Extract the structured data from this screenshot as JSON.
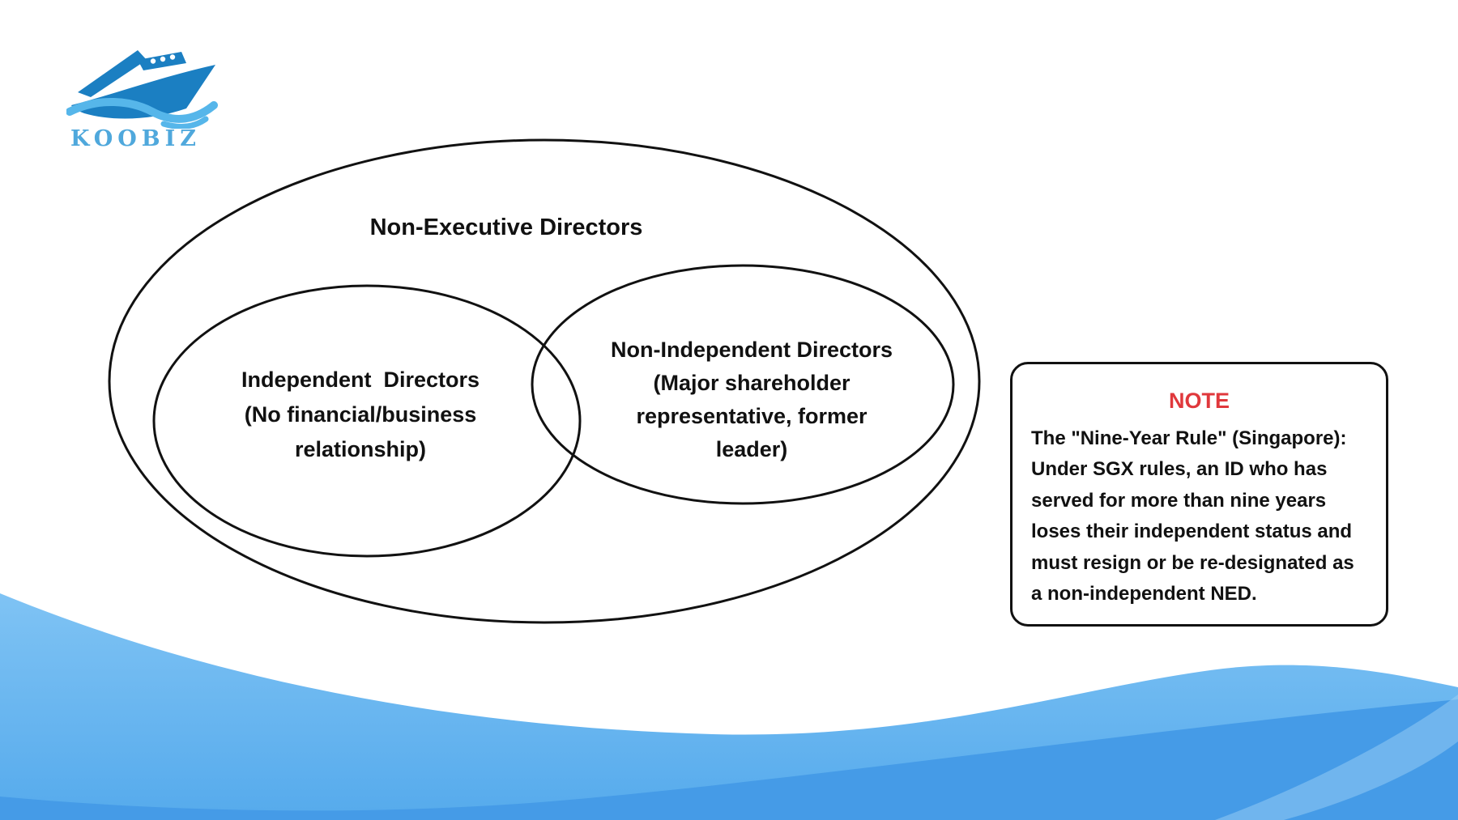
{
  "brand": {
    "name": "KOOBIZ",
    "text_color": "#4fa8dc",
    "ship_dark_color": "#1b7fc2",
    "ship_light_color": "#56b6ea"
  },
  "venn": {
    "outer_label": "Non-Executive Directors",
    "left": {
      "lines": [
        "Independent  Directors",
        "(No financial/business",
        "relationship)"
      ]
    },
    "right": {
      "lines": [
        "Non-Independent Directors",
        "(Major shareholder",
        "representative, former",
        "leader)"
      ]
    }
  },
  "note": {
    "title": "NOTE",
    "title_color": "#e0383c",
    "lines": [
      "The \"Nine-Year Rule\" (Singapore):",
      "Under SGX rules, an ID who has",
      "served for more than nine years",
      "loses their independent status and",
      "must resign or be re-designated as",
      "a non-independent NED."
    ]
  },
  "colors": {
    "ellipse_stroke": "#111111",
    "wave_light_top": "#7fc3f4",
    "wave_light_bottom": "#55aaec",
    "wave_dark": "#459be7",
    "wave_highlight": "#a5d4f7"
  }
}
